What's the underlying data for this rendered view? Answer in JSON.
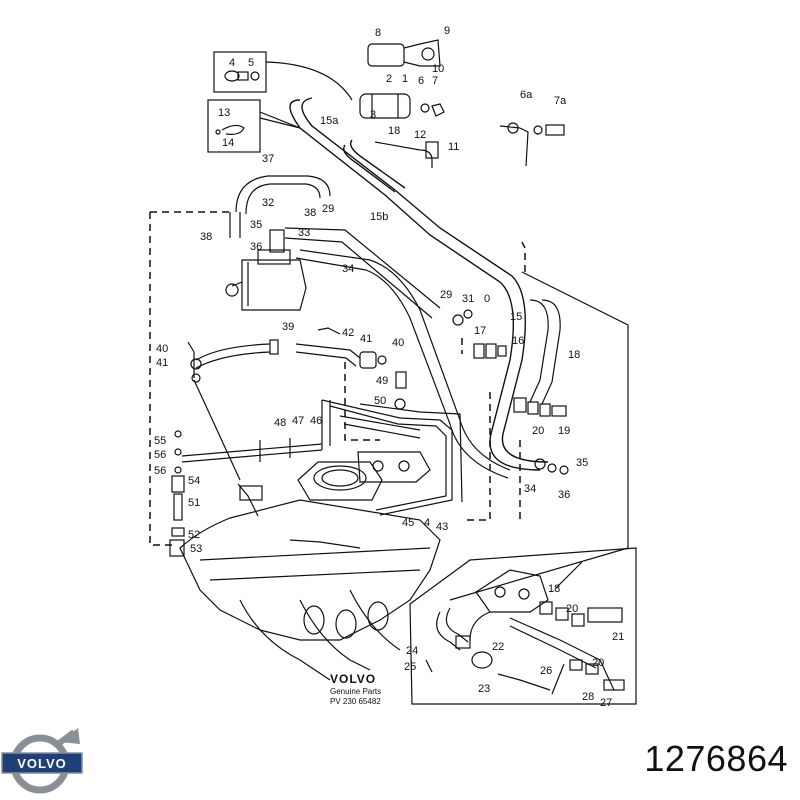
{
  "part_number": "1276864",
  "logo": {
    "text": "VOLVO"
  },
  "caption": {
    "brand": "VOLVO",
    "line1": "Genuine Parts",
    "line2": "PV 230 65482"
  },
  "callouts": {
    "c8": "8",
    "c9": "9",
    "c10": "10",
    "c4": "4",
    "c5": "5",
    "c2": "2",
    "c1": "1",
    "c6": "6",
    "c7": "7",
    "c6a": "6a",
    "c7a": "7a",
    "c13": "13",
    "c14": "14",
    "c3": "3",
    "c15a": "15a",
    "c18a": "18",
    "c12": "12",
    "c11": "11",
    "c37": "37",
    "c32": "32",
    "c38a": "38",
    "c29a": "29",
    "c15b": "15b",
    "c35a": "35",
    "c33": "33",
    "c36a": "36",
    "c38b": "38",
    "c34a": "34",
    "c29b": "29",
    "c31": "31",
    "c0": "0",
    "c15": "15",
    "c17": "17",
    "c16": "16",
    "c18b": "18",
    "c39": "39",
    "c42": "42",
    "c40a": "40",
    "c41a": "41",
    "c41b": "41",
    "c40b": "40",
    "c49": "49",
    "c50": "50",
    "c48": "48",
    "c47": "47",
    "c46": "46",
    "c55": "55",
    "c56a": "56",
    "c56b": "56",
    "c54": "54",
    "c51": "51",
    "c52": "52",
    "c53": "53",
    "c20a": "20",
    "c19": "19",
    "c35b": "35",
    "c34b": "34",
    "c36b": "36",
    "c45": "45",
    "c44": "4",
    "c43": "43",
    "c18c": "18",
    "c20b": "20",
    "c21": "21",
    "c22": "22",
    "c20c": "20",
    "c24": "24",
    "c25": "25",
    "c23": "23",
    "c26": "26",
    "c28": "28",
    "c27": "27"
  },
  "colors": {
    "line": "#111111",
    "logo_ring": "#8a8f95",
    "logo_band": "#1f3f78",
    "logo_text": "#ffffff"
  }
}
